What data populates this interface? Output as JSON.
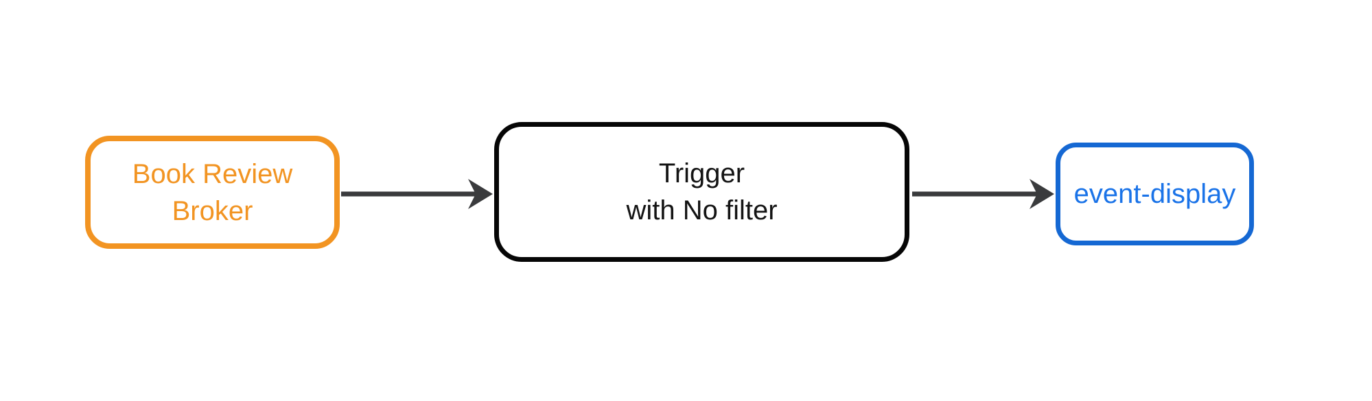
{
  "page": {
    "background": "#ffffff"
  },
  "diagram": {
    "type": "flowchart",
    "direction": "left-to-right",
    "edge_color": "#3a3b3d",
    "nodes": {
      "broker": {
        "line1": "Book Review",
        "line2": "Broker",
        "border_color": "#f29422",
        "text_color": "#f29422"
      },
      "trigger": {
        "line1": "Trigger",
        "line2": "with No filter",
        "border_color": "#060606",
        "text_color": "#141414"
      },
      "event_display": {
        "line1": "event-display",
        "border_color": "#1568d3",
        "text_color": "#1a73e8"
      }
    },
    "edges": [
      {
        "from": "Book Review Broker",
        "to": "Trigger with No filter"
      },
      {
        "from": "Trigger with No filter",
        "to": "event-display"
      }
    ]
  }
}
